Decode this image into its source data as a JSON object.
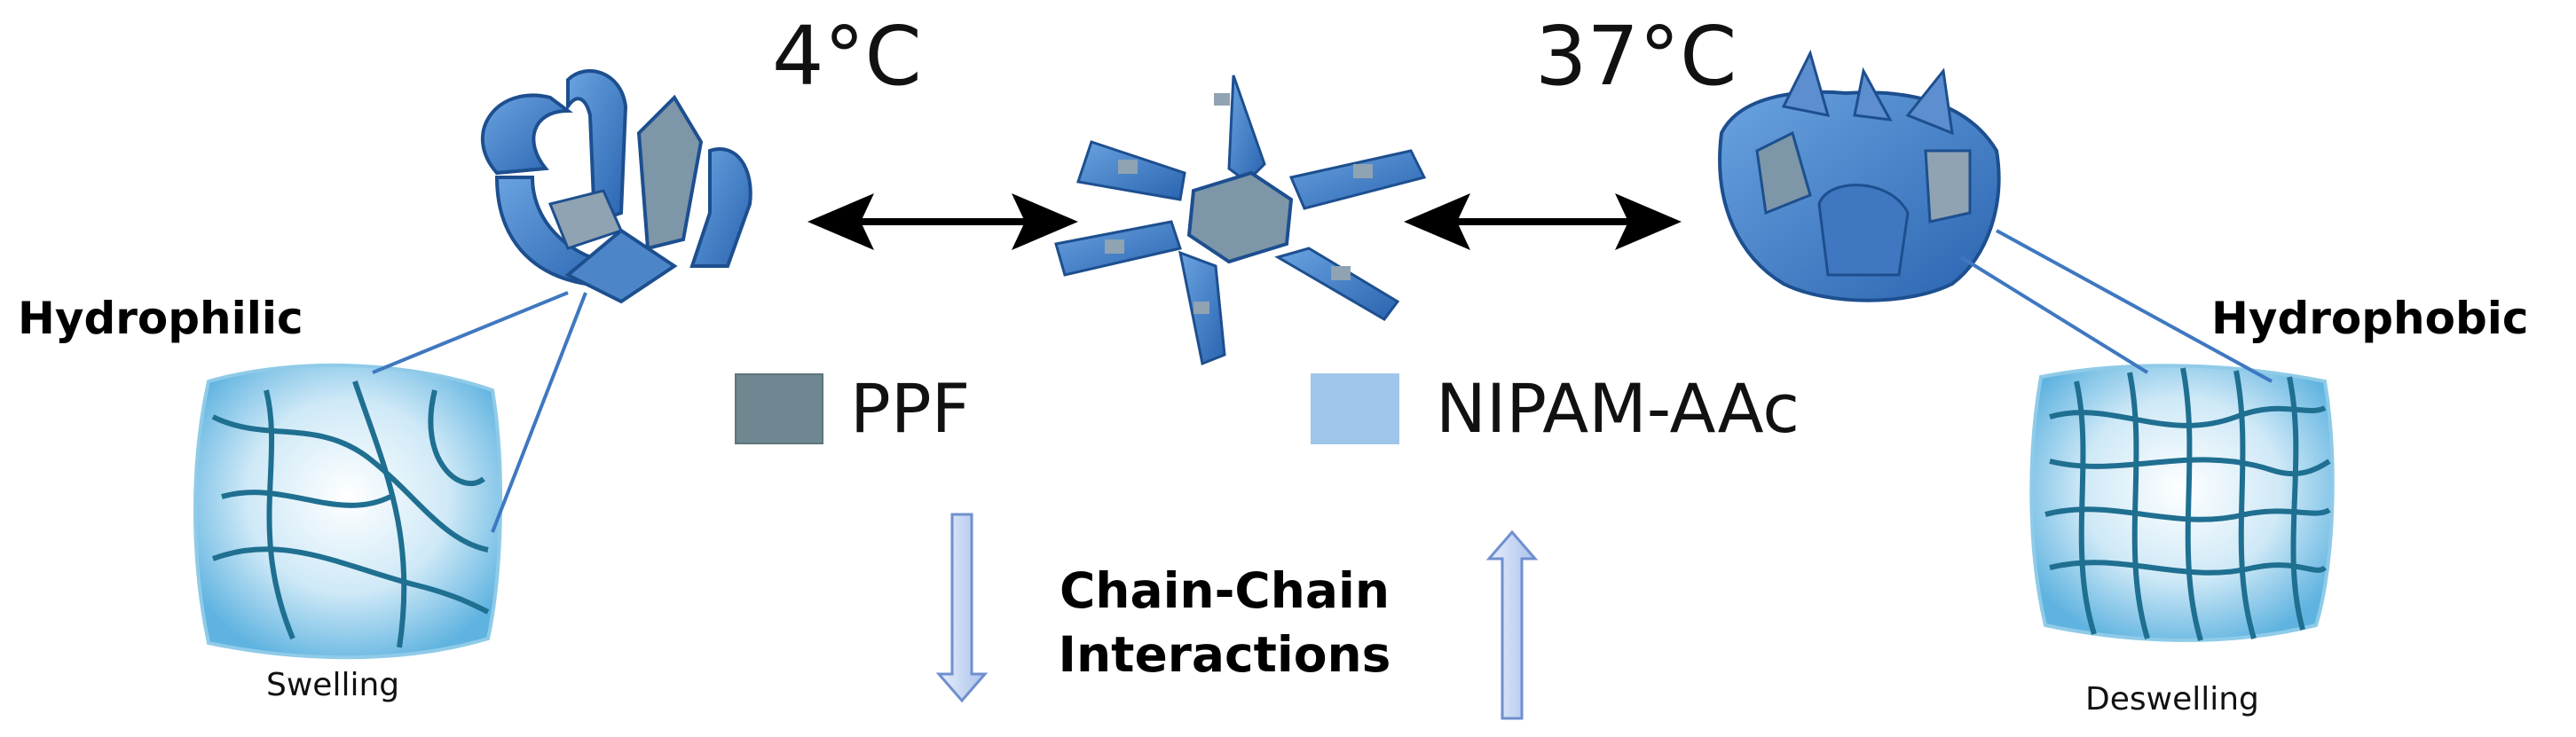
{
  "temperatures": {
    "cold": "4°C",
    "warm": "37°C"
  },
  "states": {
    "left": {
      "title": "Hydrophilic",
      "caption": "Swelling"
    },
    "right": {
      "title": "Hydrophobic",
      "caption": "Deswelling"
    }
  },
  "legend": [
    {
      "label": "PPF",
      "color": "#6f8790"
    },
    {
      "label": "NIPAM-AAc",
      "color": "#9fc6ea"
    }
  ],
  "center_label": {
    "line1": "Chain-Chain",
    "line2": "Interactions"
  },
  "colors": {
    "gel_blue": "#2f6fb8",
    "gel_light": "#7fb4e6",
    "network_line": "#1f6f91",
    "arrow_black": "#000000",
    "hollow_arrow_fill": "#c9d9f2",
    "hollow_arrow_stroke": "#6f8fcf"
  },
  "icons": [
    "double-arrow-icon",
    "down-arrow-icon",
    "up-arrow-icon",
    "gripper-closed-icon",
    "gripper-open-star-icon",
    "gripper-cup-icon",
    "polymer-network-icon"
  ]
}
